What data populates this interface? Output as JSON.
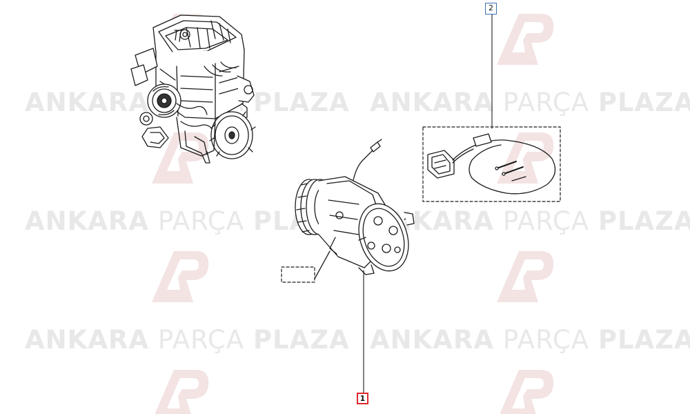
{
  "watermark": {
    "word_bold_1": "ANKARA",
    "word_light": "PARÇA",
    "word_bold_2": "PLAZA",
    "logo_icon": "ankara-parca-plaza-logo-icon",
    "color": "#e8e8e8",
    "logo_color": "#f1e1e1"
  },
  "callouts": [
    {
      "label": "1",
      "border_color": "#e0262c"
    },
    {
      "label": "2",
      "border_color": "#3a6fb0"
    }
  ],
  "parts": {
    "engine": "engine-assembly-illustration",
    "compressor": "ac-compressor-illustration",
    "harness": "wiring-harness-kit-illustration"
  }
}
